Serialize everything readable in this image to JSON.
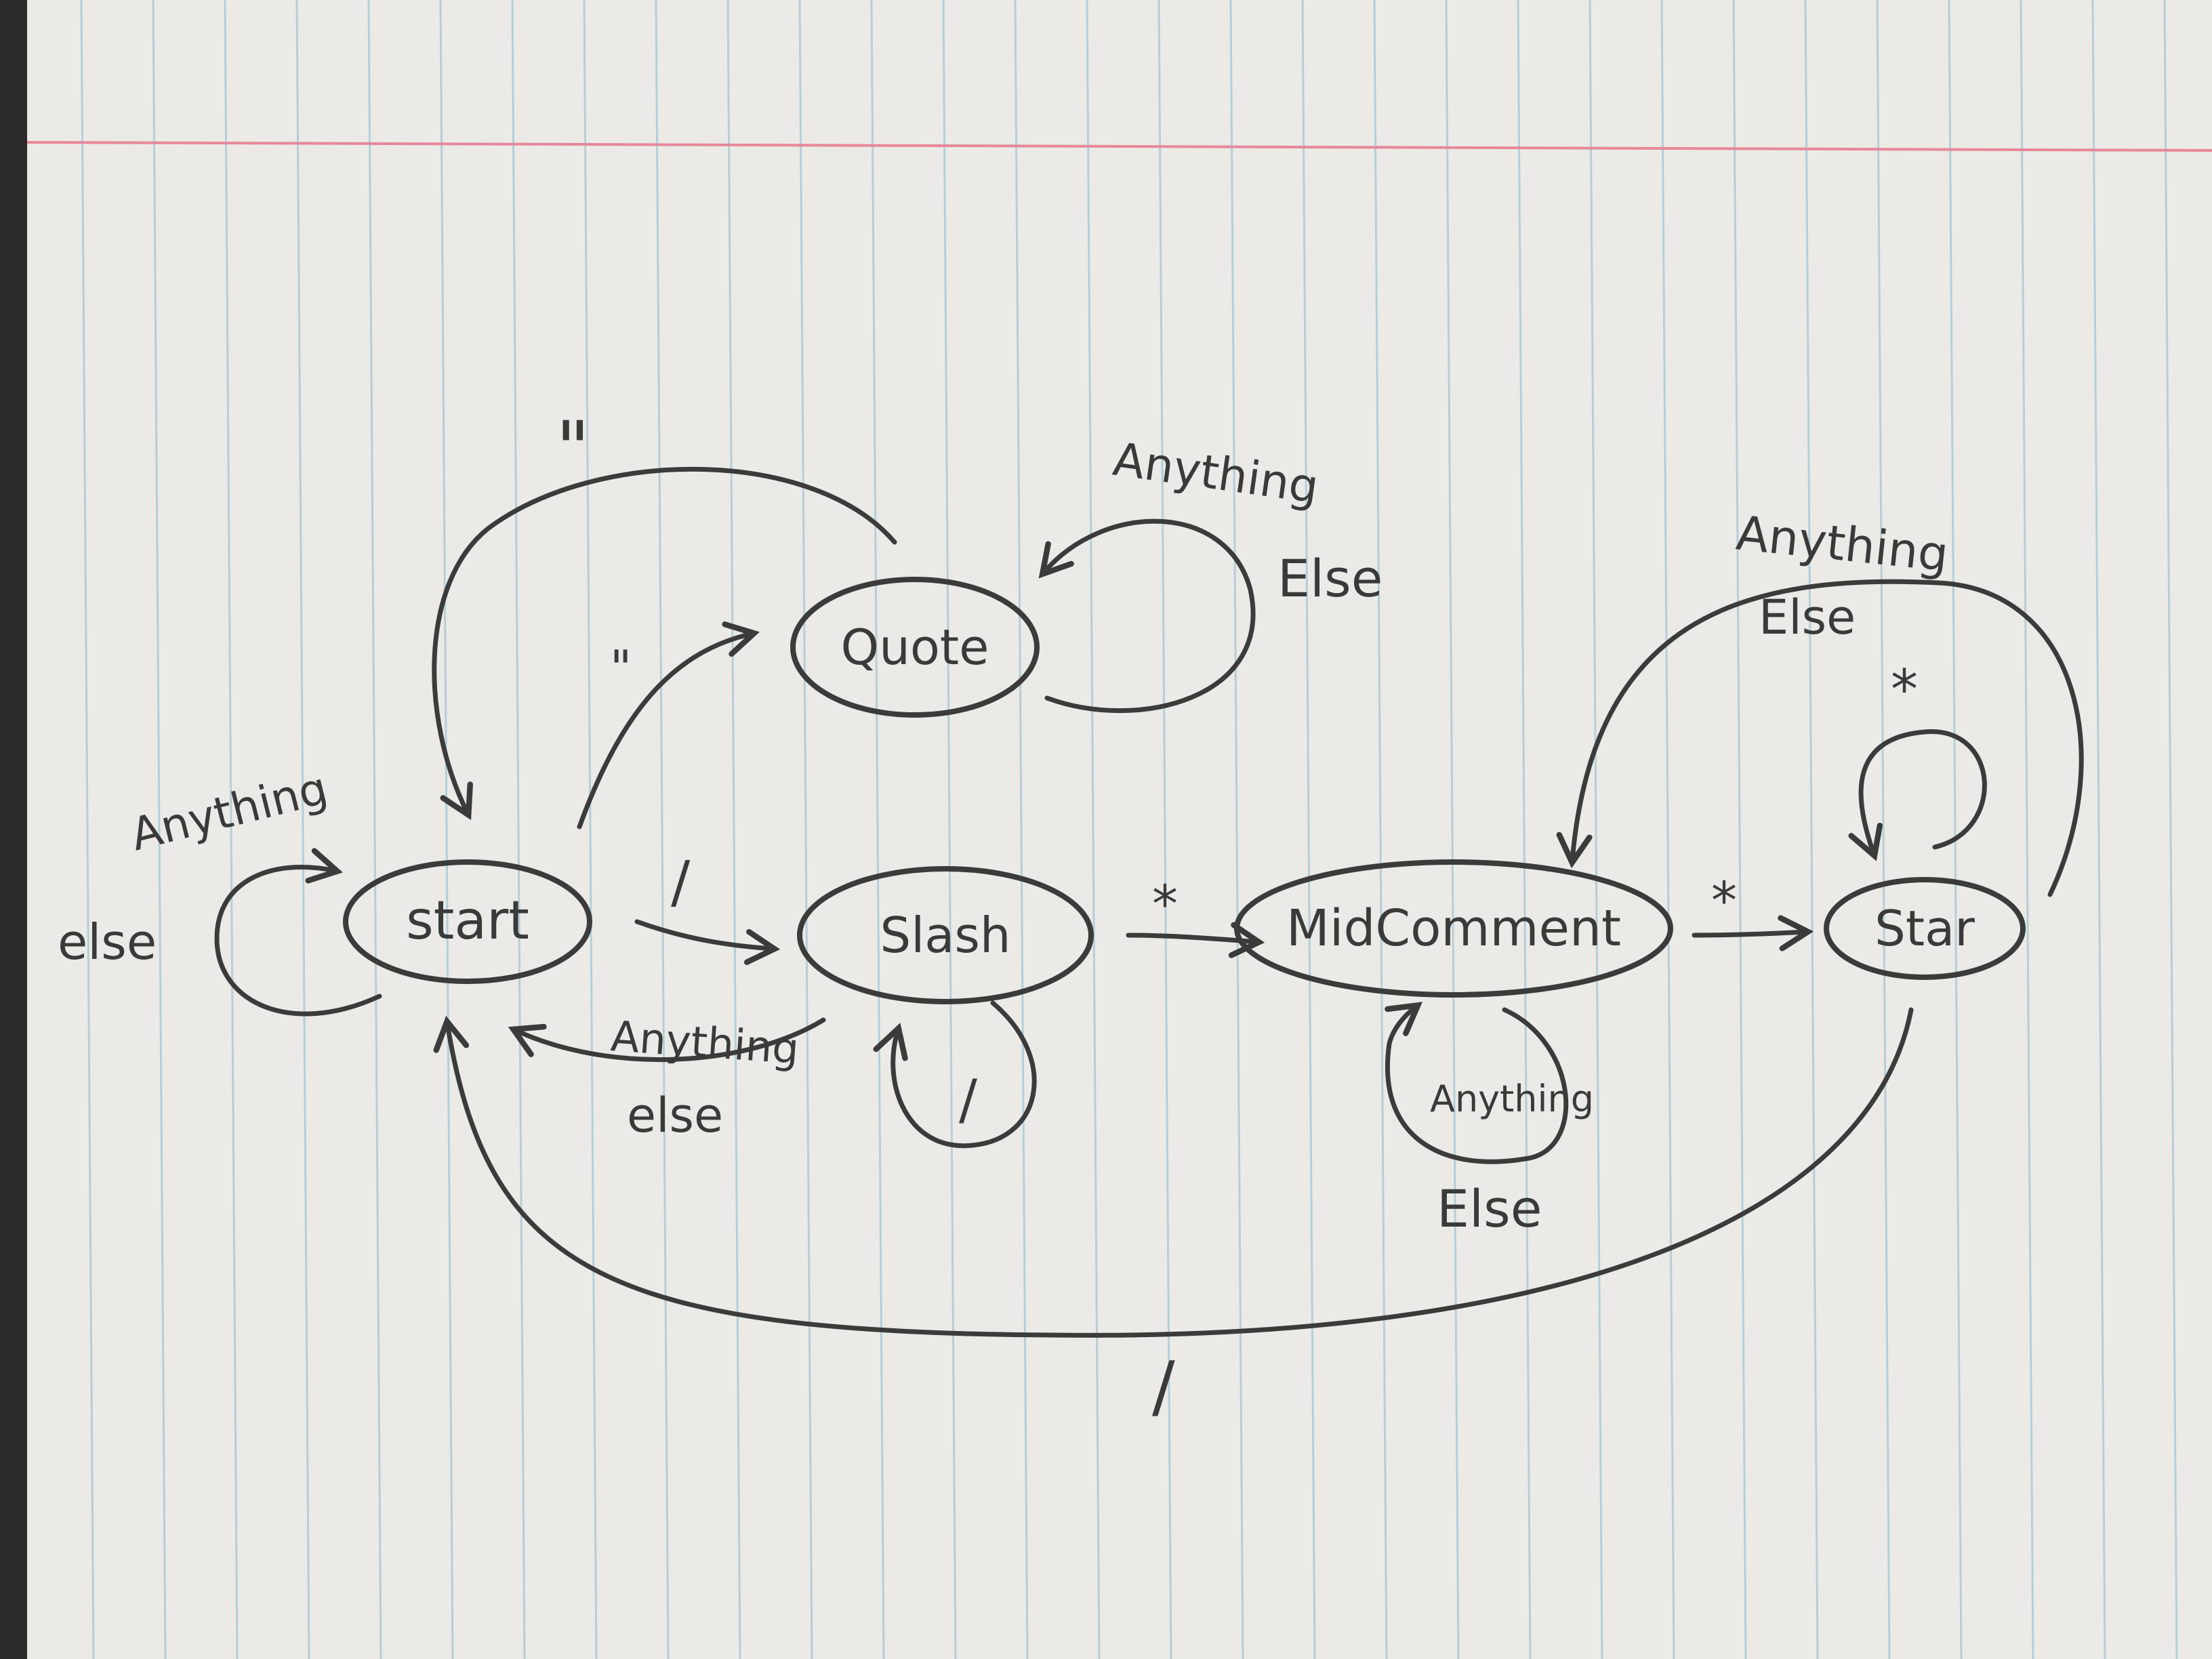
{
  "states": {
    "start": "start",
    "quote": "Quote",
    "slash": "Slash",
    "midcomment": "MidComment",
    "star": "Star"
  },
  "transitions": {
    "start_self": {
      "top": "Anything",
      "bottom": "else"
    },
    "quote_to_start": "\"",
    "start_to_quote": "\"",
    "quote_self": {
      "top": "Anything",
      "bottom": "Else"
    },
    "start_to_slash": "/",
    "slash_to_start": {
      "top": "Anything",
      "bottom": "else"
    },
    "slash_self": "/",
    "slash_to_mid": "*",
    "mid_self": {
      "top": "Anything",
      "bottom": "Else"
    },
    "mid_to_star": "*",
    "star_to_mid": {
      "top": "Anything",
      "bottom": "Else"
    },
    "star_self": "*",
    "star_to_start": "/"
  },
  "colors": {
    "paper": "#ebeae6",
    "ink": "#3b3b3b",
    "rule_lines": "#9fc3d6",
    "margin_line": "#e6889a"
  }
}
